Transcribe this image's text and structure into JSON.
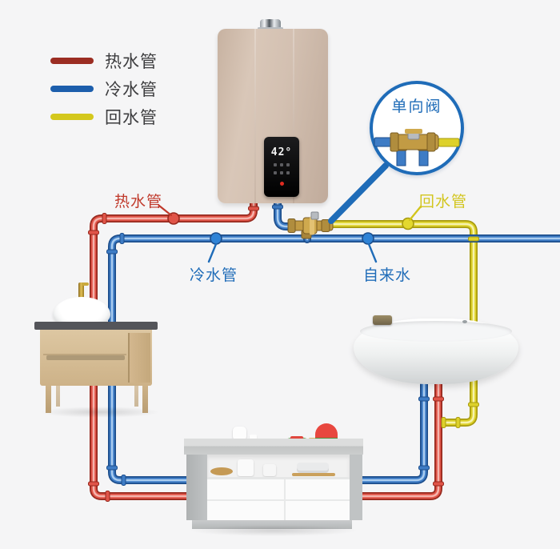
{
  "legend": {
    "items": [
      {
        "label": "热水管",
        "color": "#9b2d22"
      },
      {
        "label": "冷水管",
        "color": "#1c5eac"
      },
      {
        "label": "回水管",
        "color": "#d4c81d"
      }
    ]
  },
  "pipe_labels": {
    "hot": "热水管",
    "return": "回水管",
    "cold": "冷水管",
    "tap": "自来水"
  },
  "callout": {
    "label": "单向阀"
  },
  "heater": {
    "temp": "42",
    "unit": "°"
  },
  "colors": {
    "background": "#f5f5f6",
    "hot_pipe": "#e05448",
    "cold_pipe": "#3e7cc5",
    "return_pipe": "#ddd12a",
    "label_red": "#c0392b",
    "label_blue": "#1f6cb8",
    "label_yellow": "#d2c51e",
    "valve_brass": "#c29b44"
  }
}
